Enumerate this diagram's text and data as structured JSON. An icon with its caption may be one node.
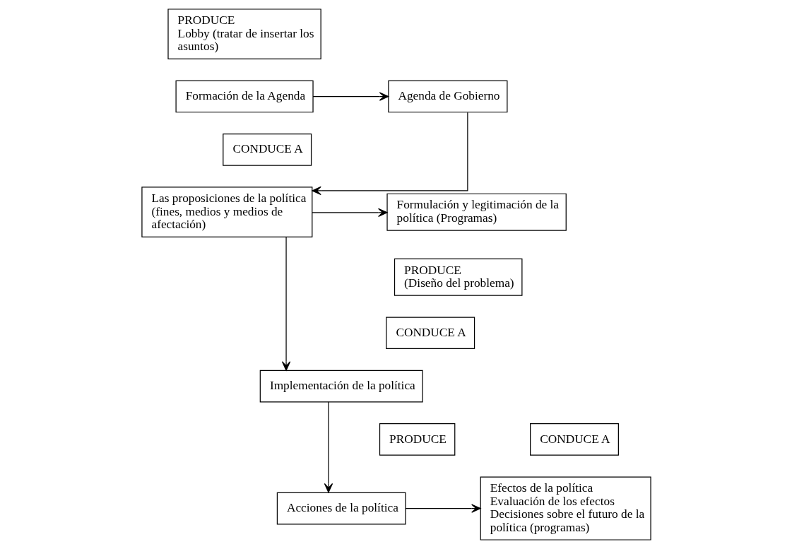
{
  "diagram": {
    "nodes": [
      {
        "text": [
          "PRODUCE",
          "Lobby (tratar de insertar los asuntos)"
        ]
      },
      {
        "text": [
          "Formación de la Agenda"
        ]
      },
      {
        "text": [
          "Agenda de Gobierno"
        ]
      },
      {
        "text": [
          "CONDUCE A"
        ]
      },
      {
        "text": [
          "Formulación y legitimación de la política (Programas)"
        ]
      },
      {
        "text": [
          "Las proposiciones de la política (fines, medios y medios de afectación)"
        ]
      },
      {
        "text": [
          "PRODUCE",
          "(Diseño del problema)"
        ]
      },
      {
        "text": [
          "CONDUCE A"
        ]
      },
      {
        "text": [
          "Implementación de la política"
        ]
      },
      {
        "text": [
          "PRODUCE"
        ]
      },
      {
        "text": [
          "CONDUCE A"
        ]
      },
      {
        "text": [
          "Acciones de la política"
        ]
      },
      {
        "text": [
          "Efectos de la política",
          "Evaluación de los efectos",
          "Decisiones sobre el futuro de la política (programas)"
        ]
      }
    ],
    "edges": [
      {
        "from": 1,
        "to": 2,
        "arrow": "to"
      },
      {
        "from": 2,
        "to": 5,
        "arrow": "to"
      },
      {
        "from": 5,
        "to": 4,
        "arrow": "to"
      },
      {
        "from": 5,
        "to": 8,
        "arrow": "to"
      },
      {
        "from": 8,
        "to": 11,
        "arrow": "to"
      },
      {
        "from": 11,
        "to": 12,
        "arrow": "to"
      }
    ]
  }
}
